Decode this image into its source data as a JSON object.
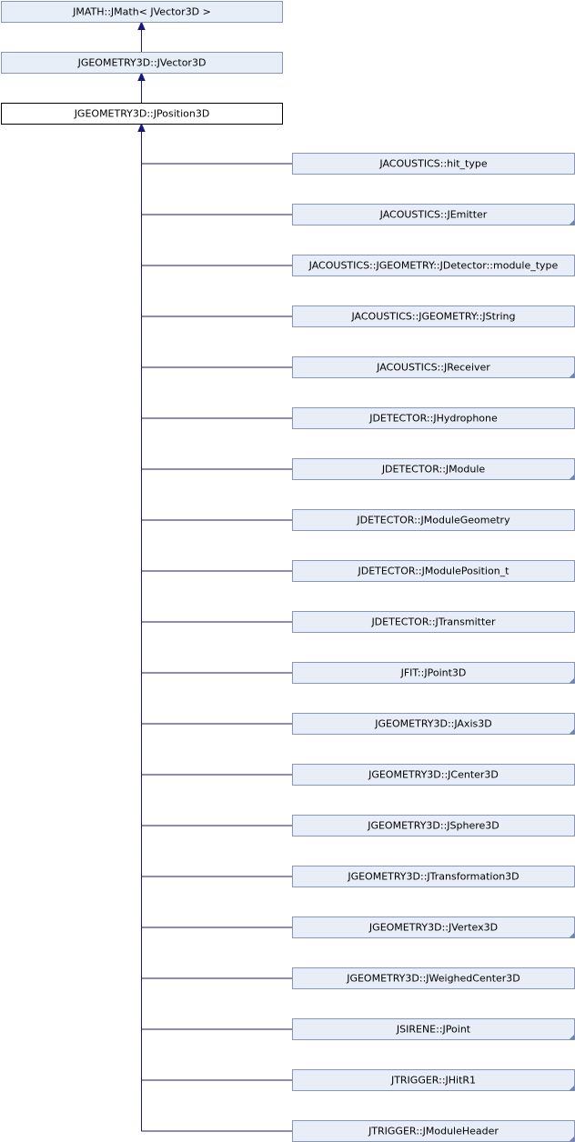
{
  "colors": {
    "node_fill": "#e8eef7",
    "node_border": "#8797b8",
    "current_node_fill": "#ffffff",
    "current_node_border": "#000000",
    "edge": "#19197a",
    "corner_marker": "#6a82b4"
  },
  "ancestors": [
    {
      "label": "JMATH::JMath< JVector3D >",
      "has_more_marker": false
    },
    {
      "label": "JGEOMETRY3D::JVector3D",
      "has_more_marker": false
    }
  ],
  "current": {
    "label": "JGEOMETRY3D::JPosition3D"
  },
  "derived": [
    {
      "label": "JACOUSTICS::hit_type",
      "has_more_marker": false
    },
    {
      "label": "JACOUSTICS::JEmitter",
      "has_more_marker": true
    },
    {
      "label": "JACOUSTICS::JGEOMETRY::JDetector::module_type",
      "has_more_marker": false
    },
    {
      "label": "JACOUSTICS::JGEOMETRY::JString",
      "has_more_marker": false
    },
    {
      "label": "JACOUSTICS::JReceiver",
      "has_more_marker": true
    },
    {
      "label": "JDETECTOR::JHydrophone",
      "has_more_marker": false
    },
    {
      "label": "JDETECTOR::JModule",
      "has_more_marker": true
    },
    {
      "label": "JDETECTOR::JModuleGeometry",
      "has_more_marker": false
    },
    {
      "label": "JDETECTOR::JModulePosition_t",
      "has_more_marker": false
    },
    {
      "label": "JDETECTOR::JTransmitter",
      "has_more_marker": false
    },
    {
      "label": "JFIT::JPoint3D",
      "has_more_marker": true
    },
    {
      "label": "JGEOMETRY3D::JAxis3D",
      "has_more_marker": true
    },
    {
      "label": "JGEOMETRY3D::JCenter3D",
      "has_more_marker": false
    },
    {
      "label": "JGEOMETRY3D::JSphere3D",
      "has_more_marker": false
    },
    {
      "label": "JGEOMETRY3D::JTransformation3D",
      "has_more_marker": false
    },
    {
      "label": "JGEOMETRY3D::JVertex3D",
      "has_more_marker": true
    },
    {
      "label": "JGEOMETRY3D::JWeighedCenter3D",
      "has_more_marker": false
    },
    {
      "label": "JSIRENE::JPoint",
      "has_more_marker": true
    },
    {
      "label": "JTRIGGER::JHitR1",
      "has_more_marker": true
    },
    {
      "label": "JTRIGGER::JModuleHeader",
      "has_more_marker": true
    }
  ]
}
